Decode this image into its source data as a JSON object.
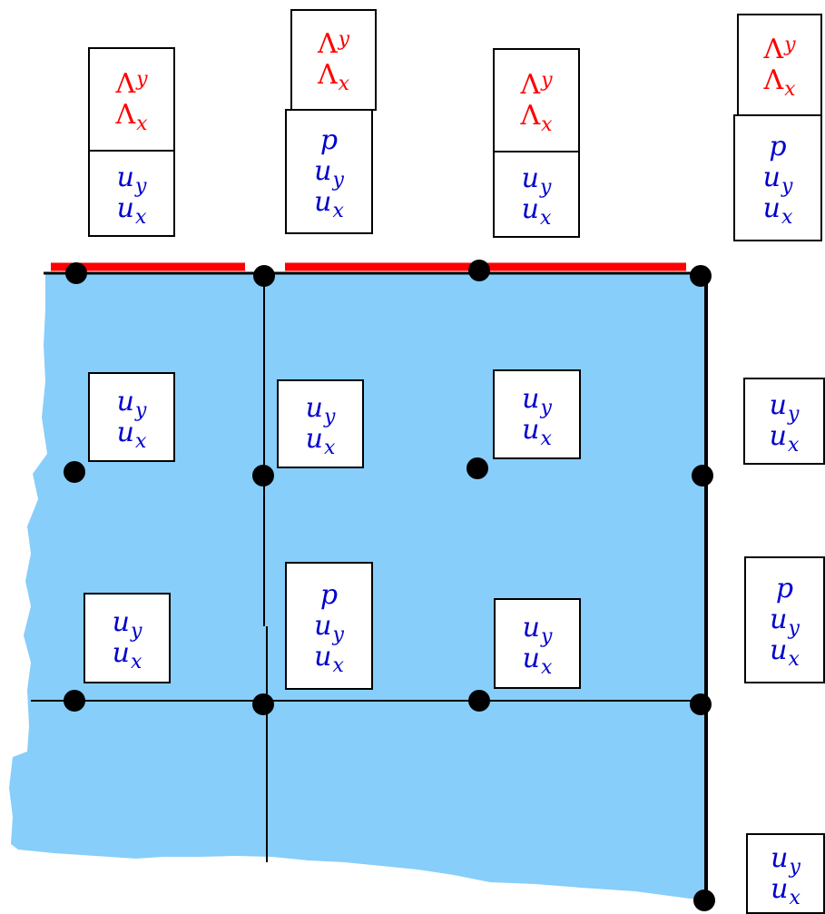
{
  "labels": {
    "lambda_y": "Λy",
    "lambda_x": "Λx",
    "p": "p",
    "u_y": "uy",
    "u_x": "ux"
  },
  "symbols": {
    "lambda": "Λ",
    "u": "u",
    "p": "p",
    "sub_x": "x",
    "sub_y": "y"
  },
  "colors": {
    "displacement": "#0000cc",
    "pressure": "#0000cc",
    "multiplier": "#ff0000",
    "domain_fill": "#87cefa",
    "constrained_edge": "#ff0000",
    "mesh_line": "#000000",
    "node": "#000000"
  }
}
